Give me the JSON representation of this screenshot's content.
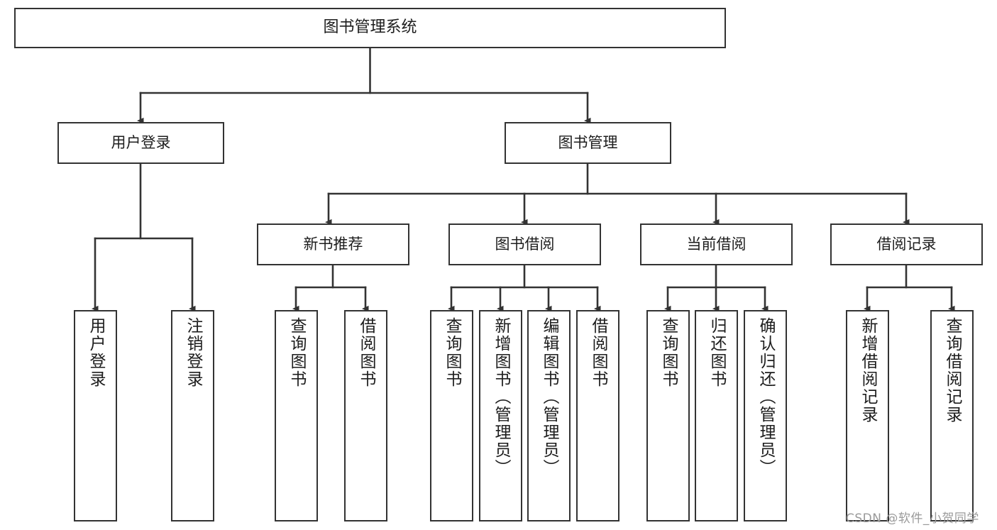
{
  "diagram": {
    "title": "图书管理系统",
    "type": "tree-hierarchy-chart",
    "line_color": "#333333",
    "box_fill": "#ffffff",
    "text_color": "#1d1d1d",
    "watermark": "CSDN @软件_小贺同学",
    "nodes": {
      "root": {
        "label": "图书管理系统"
      },
      "level2": [
        {
          "label": "用户登录"
        },
        {
          "label": "图书管理"
        }
      ],
      "level3": [
        {
          "label": "新书推荐"
        },
        {
          "label": "图书借阅"
        },
        {
          "label": "当前借阅"
        },
        {
          "label": "借阅记录"
        }
      ],
      "leaves_user_login": [
        {
          "label": "用户登录"
        },
        {
          "label": "注销登录"
        }
      ],
      "leaves_new_book": [
        {
          "label": "查询图书"
        },
        {
          "label": "借阅图书"
        }
      ],
      "leaves_borrow": [
        {
          "label": "查询图书"
        },
        {
          "label": "新增图书（管理员）"
        },
        {
          "label": "编辑图书（管理员）"
        },
        {
          "label": "借阅图书"
        }
      ],
      "leaves_current": [
        {
          "label": "查询图书"
        },
        {
          "label": "归还图书"
        },
        {
          "label": "确认归还（管理员）"
        }
      ],
      "leaves_records": [
        {
          "label": "新增借阅记录"
        },
        {
          "label": "查询借阅记录"
        }
      ]
    }
  }
}
